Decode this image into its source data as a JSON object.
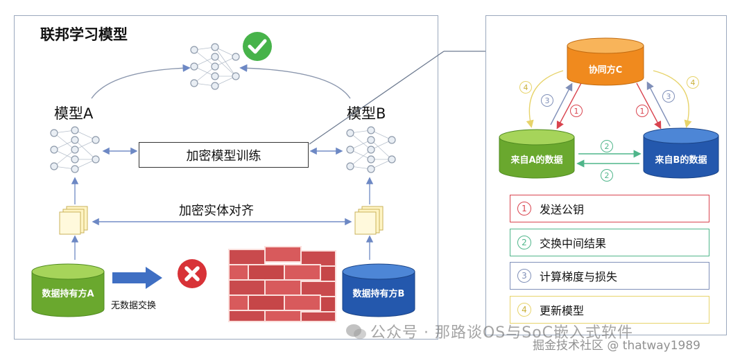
{
  "left": {
    "title": "联邦学习模型",
    "model_a": "模型A",
    "model_b": "模型B",
    "training": "加密模型训练",
    "entity_alignment": "加密实体对齐",
    "data_a": "数据持有方A",
    "data_b": "数据持有方B",
    "no_exchange": "无数据交换"
  },
  "right": {
    "coordinator": "协同方C",
    "data_a": "来自A的数据",
    "data_b": "来自B的数据",
    "step_numbers": [
      "1",
      "2",
      "3",
      "4"
    ],
    "legend": [
      {
        "num": "1",
        "label": "发送公钥",
        "color": "#d9434e"
      },
      {
        "num": "2",
        "label": "交换中间结果",
        "color": "#4fb58a"
      },
      {
        "num": "3",
        "label": "计算梯度与损失",
        "color": "#7f8fb8"
      },
      {
        "num": "4",
        "label": "更新模型",
        "color": "#e7d36a"
      }
    ]
  },
  "watermark": {
    "line1": "公众号 · 那路谈OS与SoC嵌入式软件",
    "line2": "掘金技术社区 @ thatway1989"
  },
  "colors": {
    "green": "#8cc63e",
    "blue": "#2e63b8",
    "orange": "#f29b2e",
    "red": "#d9434e",
    "teal": "#4fb58a",
    "slate": "#7f8fb8",
    "yellow": "#e7d36a"
  }
}
